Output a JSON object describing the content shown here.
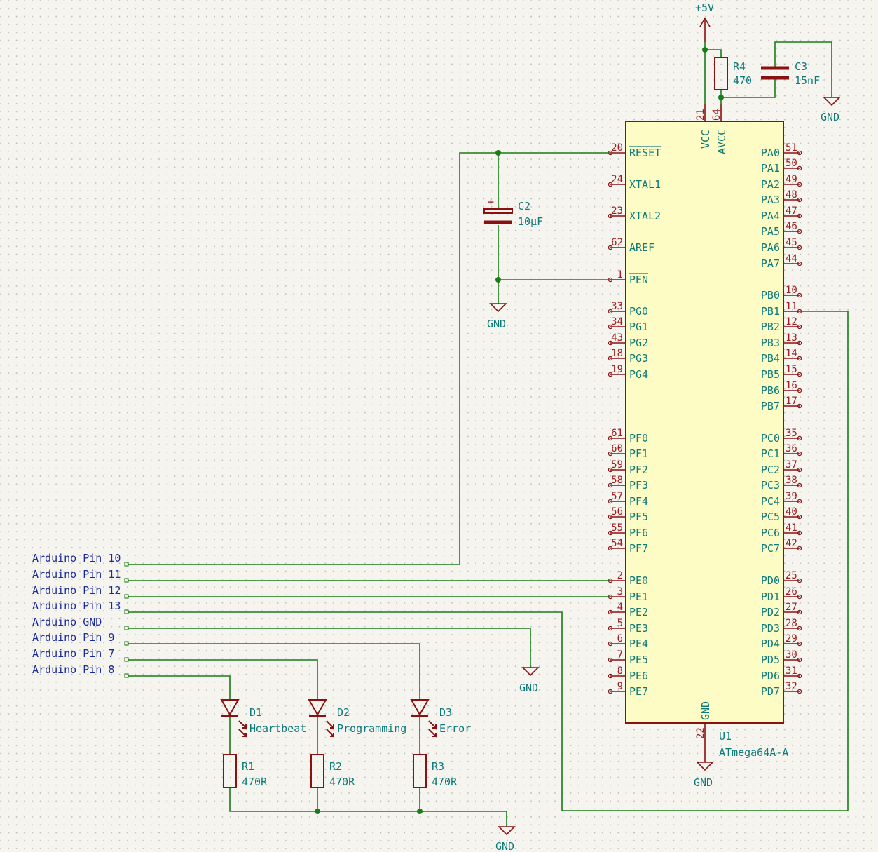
{
  "u1": {
    "ref": "U1",
    "value": "ATmega64A-A",
    "top_pins": [
      {
        "num": "21",
        "name": "VCC"
      },
      {
        "num": "64",
        "name": "AVCC"
      }
    ],
    "bottom_pin": {
      "num": "22",
      "name": "GND"
    },
    "left_pins": [
      {
        "num": "20",
        "name": "RESET",
        "overbar": true
      },
      {
        "num": "24",
        "name": "XTAL1"
      },
      {
        "num": "23",
        "name": "XTAL2"
      },
      {
        "num": "62",
        "name": "AREF"
      },
      {
        "num": "1",
        "name": "PEN",
        "overbar": true
      },
      {
        "num": "33",
        "name": "PG0"
      },
      {
        "num": "34",
        "name": "PG1"
      },
      {
        "num": "43",
        "name": "PG2"
      },
      {
        "num": "18",
        "name": "PG3"
      },
      {
        "num": "19",
        "name": "PG4"
      },
      {
        "num": "61",
        "name": "PF0"
      },
      {
        "num": "60",
        "name": "PF1"
      },
      {
        "num": "59",
        "name": "PF2"
      },
      {
        "num": "58",
        "name": "PF3"
      },
      {
        "num": "57",
        "name": "PF4"
      },
      {
        "num": "56",
        "name": "PF5"
      },
      {
        "num": "55",
        "name": "PF6"
      },
      {
        "num": "54",
        "name": "PF7"
      },
      {
        "num": "2",
        "name": "PE0"
      },
      {
        "num": "3",
        "name": "PE1"
      },
      {
        "num": "4",
        "name": "PE2"
      },
      {
        "num": "5",
        "name": "PE3"
      },
      {
        "num": "6",
        "name": "PE4"
      },
      {
        "num": "7",
        "name": "PE5"
      },
      {
        "num": "8",
        "name": "PE6"
      },
      {
        "num": "9",
        "name": "PE7"
      }
    ],
    "right_pins": [
      {
        "num": "51",
        "name": "PA0"
      },
      {
        "num": "50",
        "name": "PA1"
      },
      {
        "num": "49",
        "name": "PA2"
      },
      {
        "num": "48",
        "name": "PA3"
      },
      {
        "num": "47",
        "name": "PA4"
      },
      {
        "num": "46",
        "name": "PA5"
      },
      {
        "num": "45",
        "name": "PA6"
      },
      {
        "num": "44",
        "name": "PA7"
      },
      {
        "num": "10",
        "name": "PB0"
      },
      {
        "num": "11",
        "name": "PB1"
      },
      {
        "num": "12",
        "name": "PB2"
      },
      {
        "num": "13",
        "name": "PB3"
      },
      {
        "num": "14",
        "name": "PB4"
      },
      {
        "num": "15",
        "name": "PB5"
      },
      {
        "num": "16",
        "name": "PB6"
      },
      {
        "num": "17",
        "name": "PB7"
      },
      {
        "num": "35",
        "name": "PC0"
      },
      {
        "num": "36",
        "name": "PC1"
      },
      {
        "num": "37",
        "name": "PC2"
      },
      {
        "num": "38",
        "name": "PC3"
      },
      {
        "num": "39",
        "name": "PC4"
      },
      {
        "num": "40",
        "name": "PC5"
      },
      {
        "num": "41",
        "name": "PC6"
      },
      {
        "num": "42",
        "name": "PC7"
      },
      {
        "num": "25",
        "name": "PD0"
      },
      {
        "num": "26",
        "name": "PD1"
      },
      {
        "num": "27",
        "name": "PD2"
      },
      {
        "num": "28",
        "name": "PD3"
      },
      {
        "num": "29",
        "name": "PD4"
      },
      {
        "num": "30",
        "name": "PD5"
      },
      {
        "num": "31",
        "name": "PD6"
      },
      {
        "num": "32",
        "name": "PD7"
      }
    ]
  },
  "passives": {
    "r4": {
      "ref": "R4",
      "value": "470"
    },
    "c3": {
      "ref": "C3",
      "value": "15nF"
    },
    "c2": {
      "ref": "C2",
      "value": "10µF",
      "polarity": "+"
    },
    "r1": {
      "ref": "R1",
      "value": "470R"
    },
    "r2": {
      "ref": "R2",
      "value": "470R"
    },
    "r3": {
      "ref": "R3",
      "value": "470R"
    },
    "d1": {
      "ref": "D1",
      "value": "Heartbeat"
    },
    "d2": {
      "ref": "D2",
      "value": "Programming"
    },
    "d3": {
      "ref": "D3",
      "value": "Error"
    }
  },
  "power": {
    "vcc": "+5V",
    "gnd": "GND"
  },
  "labels": [
    "Arduino Pin 10",
    "Arduino Pin 11",
    "Arduino Pin 12",
    "Arduino Pin 13",
    "Arduino GND",
    "Arduino Pin 9",
    "Arduino Pin 7",
    "Arduino Pin 8"
  ],
  "colors": {
    "background": "#f5f4ef",
    "grid_dots": "#b8b8b8",
    "component": "#8b1010",
    "ic_fill": "#fdfcc4",
    "wire": "#1a7d1a",
    "text_teal": "#0e7a7a",
    "text_pin_number": "#a21a1a",
    "text_label": "#1a2a9a"
  }
}
